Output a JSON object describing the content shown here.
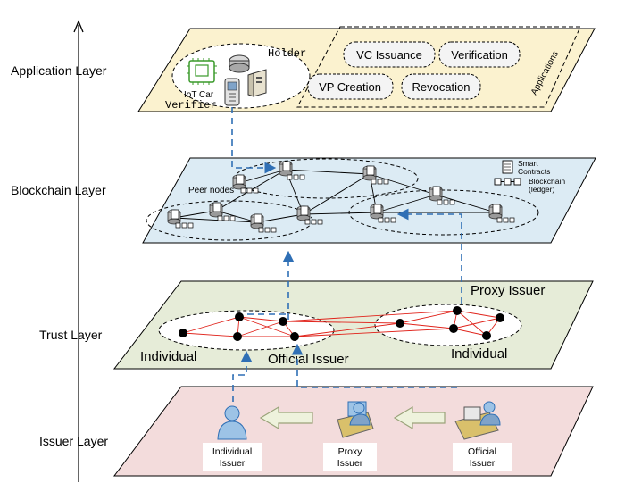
{
  "layers": {
    "application": "Application Layer",
    "blockchain": "Blockchain Layer",
    "trust": "Trust Layer",
    "issuer": "Issuer Layer"
  },
  "application": {
    "holder": "Holder",
    "verifier": "Verifier",
    "iot_car": "IoT Car",
    "applications_label": "Applications",
    "apps": [
      "VC Issuance",
      "Verification",
      "VP Creation",
      "Revocation"
    ]
  },
  "blockchain": {
    "peer_nodes": "Peer nodes",
    "legend_smart": [
      "Smart",
      "Contracts"
    ],
    "legend_chain": [
      "Blockchain",
      "(ledger)"
    ]
  },
  "trust": {
    "proxy_issuer": "Proxy Issuer",
    "individual_left": "Individual",
    "official_issuer": "Official Issuer",
    "individual_right": "Individual"
  },
  "issuer": {
    "individual": [
      "Individual",
      "Issuer"
    ],
    "proxy": [
      "Proxy",
      "Issuer"
    ],
    "official": [
      "Official",
      "Issuer"
    ]
  },
  "colors": {
    "application_fill": "#fbf2cf",
    "blockchain_fill": "#dcebf4",
    "trust_fill": "#e6ecd8",
    "issuer_fill": "#f3dcdc",
    "dashed_arrow": "#2f6fb5",
    "trust_edges": "#e0231b"
  }
}
